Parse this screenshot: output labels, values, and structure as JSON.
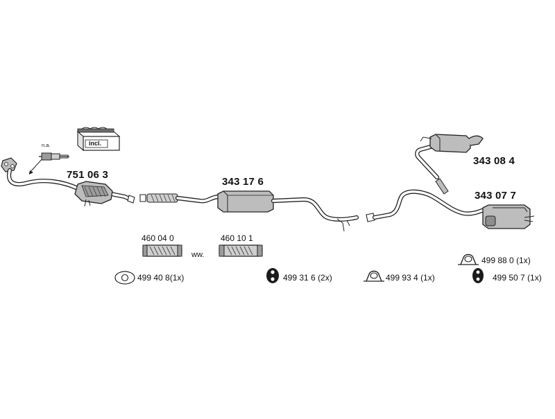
{
  "labels": {
    "na": "n.a.",
    "incl": "incl.",
    "part_751063": "751 06 3",
    "part_343176": "343 17 6",
    "part_343084": "343 08 4",
    "part_343077": "343 07 7",
    "part_460040": "460 04 0",
    "part_460101": "460 10 1",
    "ww": "ww.",
    "part_499408": "499 40 8",
    "qty_499408": "(1x)",
    "part_499316": "499 31 6",
    "qty_499316": "(2x)",
    "part_499934": "499 93 4",
    "qty_499934": "(1x)",
    "part_499880": "499 88 0",
    "qty_499880": "(1x)",
    "part_499507": "499 50 7",
    "qty_499507": "(1x)"
  },
  "icons": {
    "catalytic_converter": "catalytic-converter-icon",
    "oxygen_sensor": "lambda-sensor-icon",
    "mounting_kit_box": "mounting-kit-box-icon",
    "front_pipe": "front-pipe-icon",
    "middle_silencer": "middle-silencer-icon",
    "rear_silencer": "rear-silencer-icon",
    "flex_pipe": "flex-pipe-icon",
    "gasket": "gasket-icon",
    "rubber_mount": "rubber-mount-icon",
    "rubber_strip": "rubber-strip-icon"
  }
}
